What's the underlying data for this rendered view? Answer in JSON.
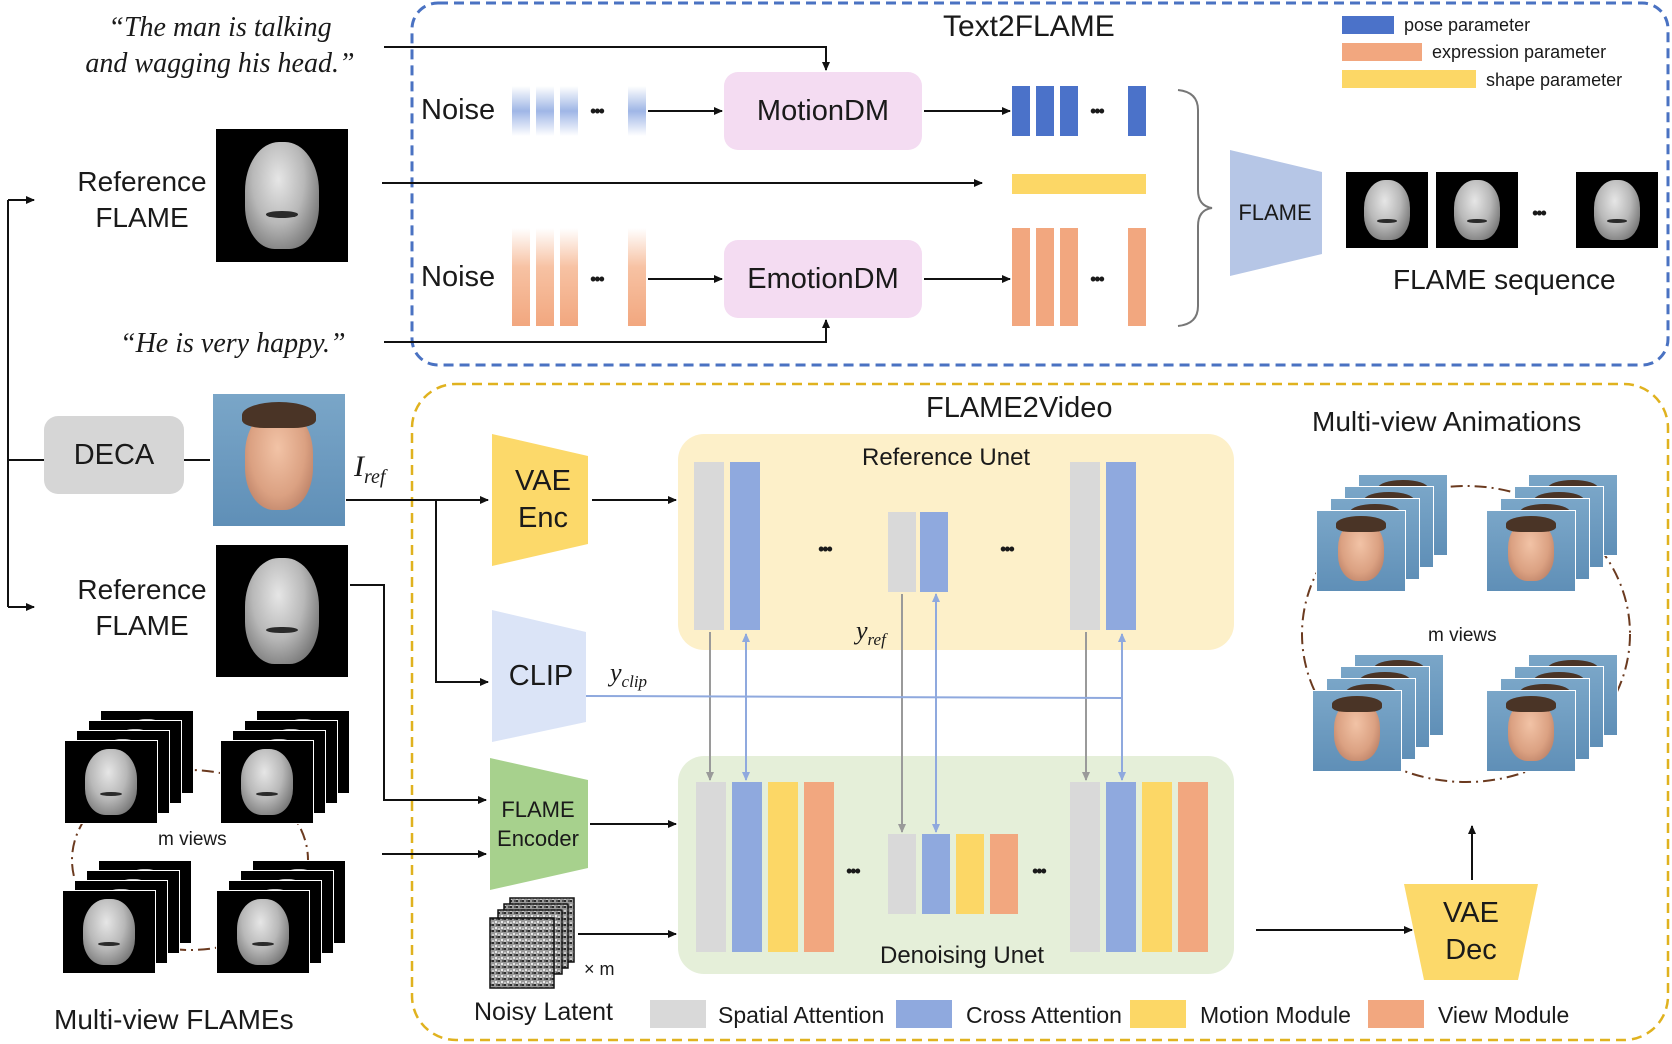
{
  "colors": {
    "pose": "#4b72c9",
    "pose_light": "#8fa9de",
    "expression": "#f2a77f",
    "shape": "#fcd766",
    "motion_dm": "#f4dcf2",
    "vae": "#fcd96a",
    "clip": "#dbe4f7",
    "flame_encoder": "#a7d18d",
    "flame_block": "#b6c6e6",
    "ref_unet_bg": "#fdf0c9",
    "denoise_unet_bg": "#e5efd9",
    "spatial": "#d9d9d9",
    "cross": "#8fa9de",
    "motion": "#fcd766",
    "view": "#f2a77f",
    "text2flame_border": "#4a72c2",
    "flame2video_border": "#e0b21f"
  },
  "quotes": {
    "motion_prompt_line1": "“The man is talking",
    "motion_prompt_line2": "and wagging his head.”",
    "emotion_prompt": "“He is very happy.”"
  },
  "text2flame": {
    "title": "Text2FLAME",
    "noise_top": "Noise",
    "noise_bottom": "Noise",
    "motion_dm": "MotionDM",
    "emotion_dm": "EmotionDM",
    "flame": "FLAME",
    "flame_sequence": "FLAME sequence",
    "ellipsis": "•••"
  },
  "legend_top": {
    "pose": "pose parameter",
    "expression": "expression parameter",
    "shape": "shape parameter"
  },
  "left": {
    "reference_flame_top": "Reference FLAME",
    "reference_flame_bottom": "Reference FLAME",
    "deca": "DECA",
    "i_ref": "I",
    "i_ref_sub": "ref",
    "m_views": "m views",
    "multi_view_flames": "Multi-view FLAMEs"
  },
  "flame2video": {
    "title": "FLAME2Video",
    "vae_enc": "VAE Enc",
    "clip": "CLIP",
    "y_clip": "y",
    "y_clip_sub": "clip",
    "y_ref": "y",
    "y_ref_sub": "ref",
    "flame_encoder": "FLAME Encoder",
    "reference_unet": "Reference Unet",
    "denoising_unet": "Denoising Unet",
    "noisy_latent": "Noisy Latent",
    "times_m": "× m",
    "vae_dec": "VAE Dec",
    "ellipsis": "•••"
  },
  "animations": {
    "title": "Multi-view Animations",
    "m_views": "m views"
  },
  "legend_bottom": {
    "spatial": "Spatial Attention",
    "cross": "Cross Attention",
    "motion": "Motion Module",
    "view": "View Module"
  }
}
